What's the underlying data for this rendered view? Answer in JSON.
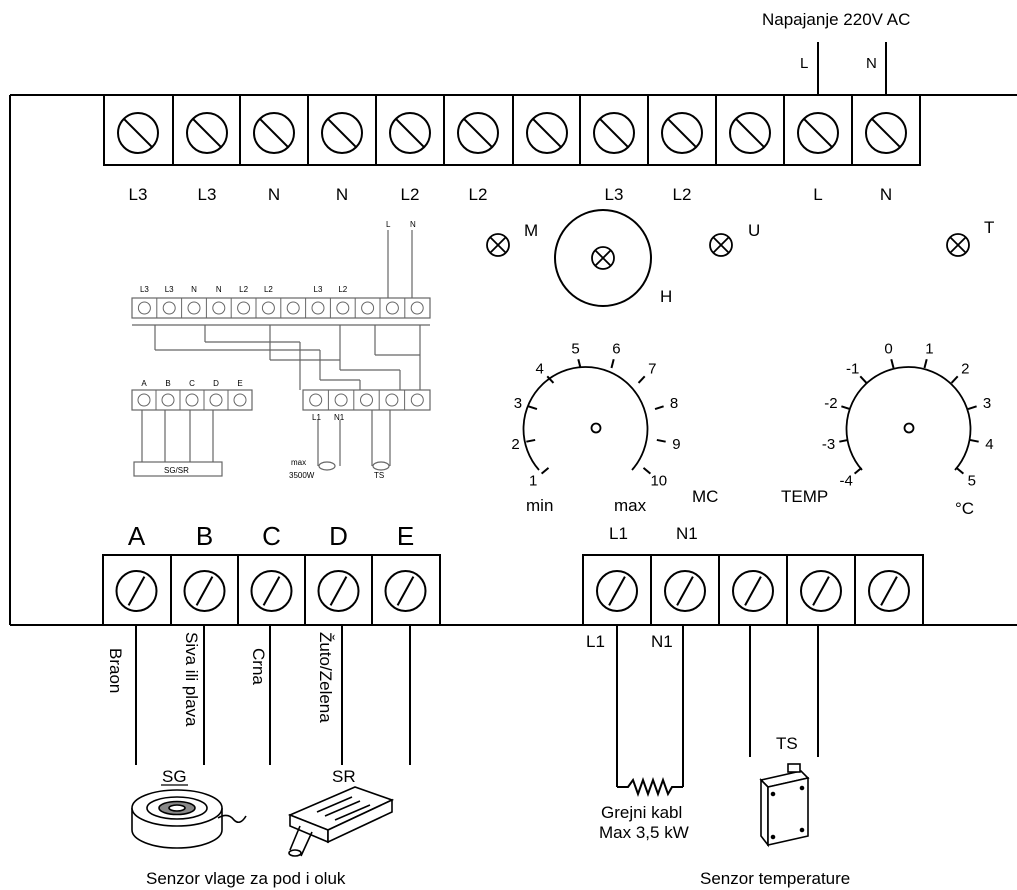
{
  "power": {
    "title": "Napajanje 220V AC",
    "wire_l": "L",
    "wire_n": "N"
  },
  "top_terminal_labels": [
    "L3",
    "L3",
    "N",
    "N",
    "L2",
    "L2",
    "",
    "L3",
    "L2",
    "",
    "L",
    "N"
  ],
  "indicators": {
    "m": "M",
    "u": "U",
    "t": "T",
    "h": "H"
  },
  "mc_dial": {
    "name": "MC",
    "ticks": [
      "1",
      "2",
      "3",
      "4",
      "5",
      "6",
      "7",
      "8",
      "9",
      "10"
    ],
    "min_label": "min",
    "max_label": "max"
  },
  "temp_dial": {
    "name": "TEMP",
    "ticks": [
      "-4",
      "-3",
      "-2",
      "-1",
      "0",
      "1",
      "2",
      "3",
      "4",
      "5"
    ],
    "unit": "°C"
  },
  "bottom_left_terminals": [
    "A",
    "B",
    "C",
    "D",
    "E"
  ],
  "bottom_right_terminal_labels": [
    "L1",
    "N1"
  ],
  "wire_colors": [
    "Braon",
    "Siva ili plava",
    "Crna",
    "Žuto/Zelena"
  ],
  "heater": {
    "label_l": "L1",
    "label_n": "N1",
    "line1": "Grejni kabl",
    "line2": "Max 3,5 kW"
  },
  "sensors": {
    "sg": "SG",
    "sr": "SR",
    "ts": "TS",
    "moisture_caption": "Senzor vlage za pod i oluk",
    "temp_caption": "Senzor temperature"
  },
  "mini_schematic": {
    "top_labels": [
      "L3",
      "L3",
      "N",
      "N",
      "L2",
      "L2",
      "",
      "L3",
      "L2",
      "",
      "",
      ""
    ],
    "power_l": "L",
    "power_n": "N",
    "bottom_labels": [
      "A",
      "B",
      "C",
      "D",
      "E"
    ],
    "right_labels": [
      "L1",
      "N1"
    ],
    "sgsr": "SG/SR",
    "max_line1": "max",
    "max_line2": "3500W",
    "ts": "TS"
  }
}
